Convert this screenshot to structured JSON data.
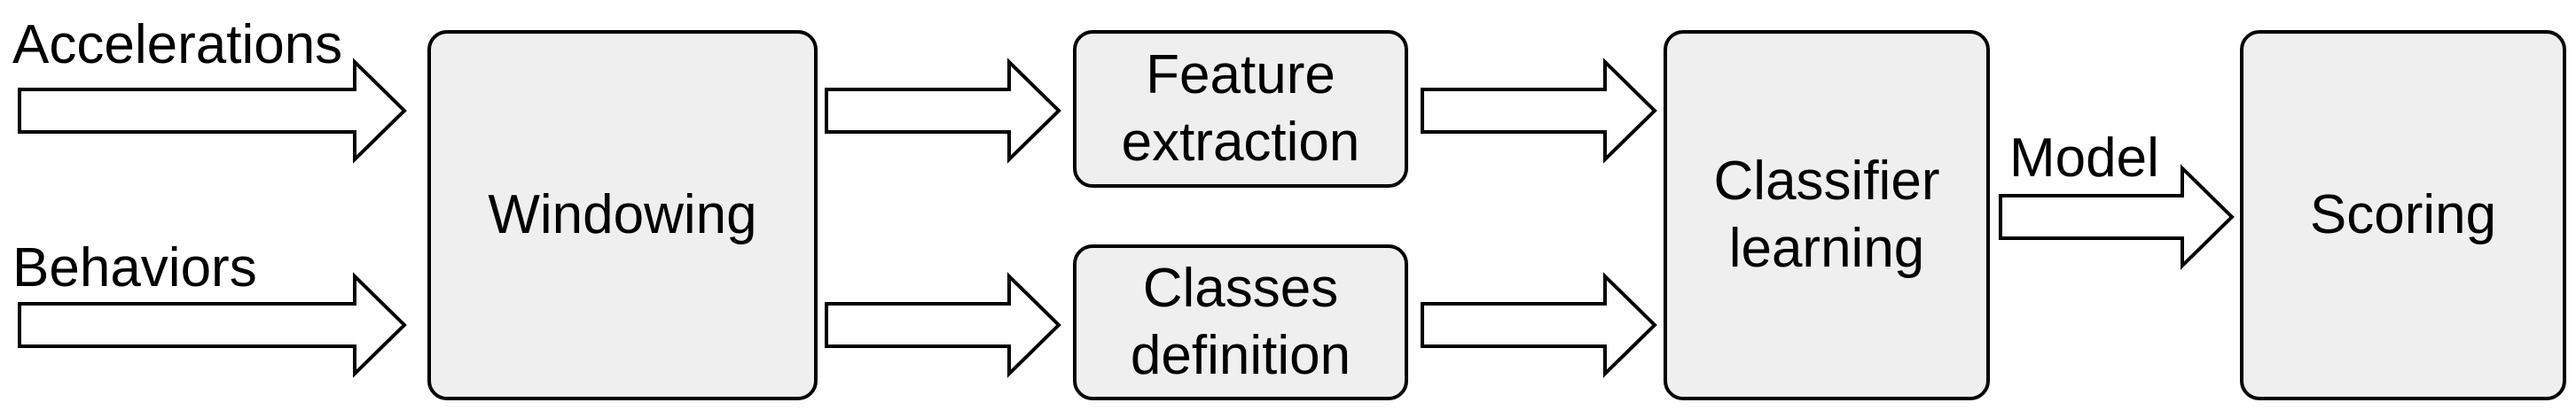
{
  "inputs": {
    "accelerations_label": "Accelerations",
    "behaviors_label": "Behaviors"
  },
  "boxes": {
    "windowing": "Windowing",
    "feature_extraction": "Feature\nextraction",
    "classes_definition": "Classes\ndefinition",
    "classifier_learning": "Classifier\nlearning",
    "scoring": "Scoring"
  },
  "edges": {
    "model_label": "Model"
  },
  "colors": {
    "box_fill": "#efefef",
    "stroke": "#000000",
    "arrow_fill": "#ffffff",
    "background": "#ffffff"
  }
}
